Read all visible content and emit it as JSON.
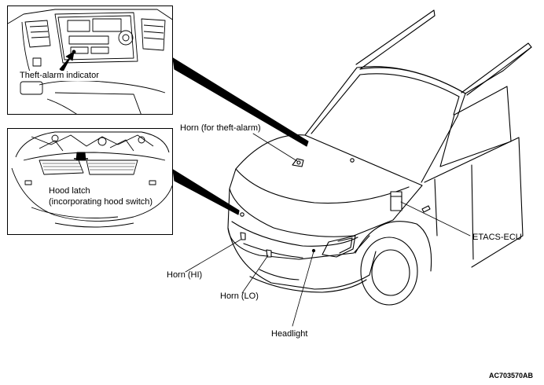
{
  "figure_code": "AC703570AB",
  "insets": {
    "top": {
      "label": "Theft-alarm indicator"
    },
    "bottom": {
      "label_line1": "Hood latch",
      "label_line2": "(incorporating hood switch)"
    }
  },
  "components": {
    "horn_theft": "Horn (for theft-alarm)",
    "etacs": "ETACS-ECU",
    "horn_hi": "Horn (HI)",
    "horn_lo": "Horn (LO)",
    "headlight": "Headlight"
  }
}
